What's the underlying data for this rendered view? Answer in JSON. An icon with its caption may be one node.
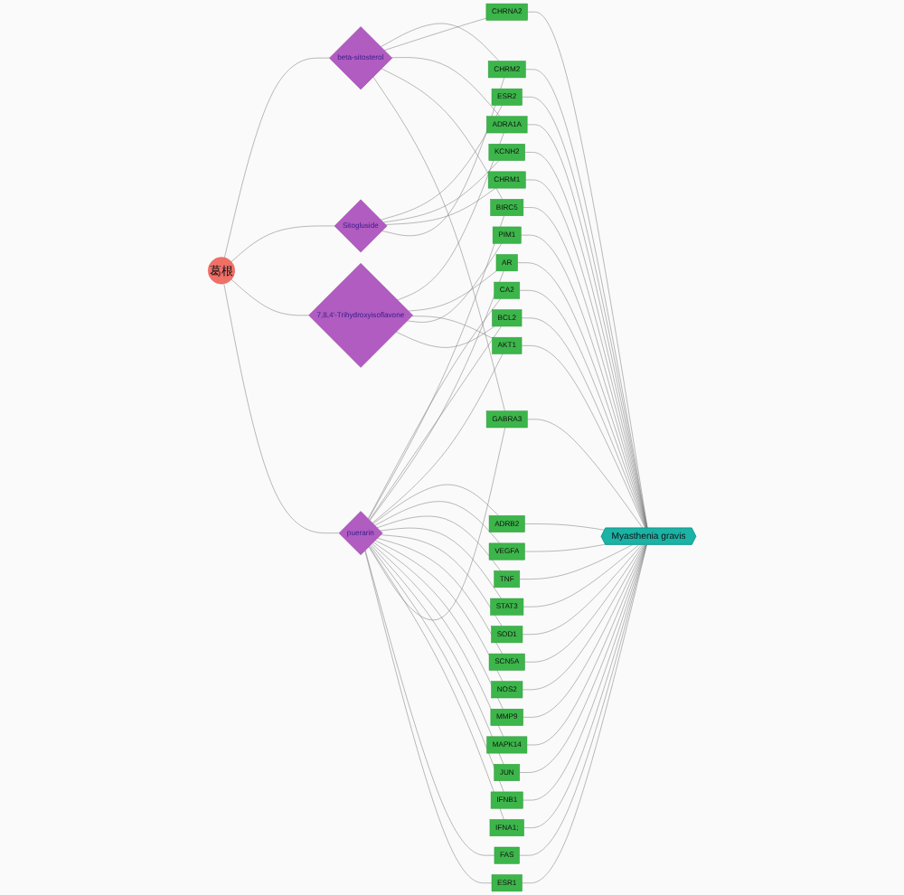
{
  "diagram": {
    "nodes": [
      {
        "text": [
          "葛根"
        ]
      },
      {
        "text": [
          "beta-sitosterol"
        ]
      },
      {
        "text": [
          "Sitogluside"
        ]
      },
      {
        "text": [
          "7,8,4'-Trihydroxyisoflavone"
        ]
      },
      {
        "text": [
          "puerarin"
        ]
      },
      {
        "text": [
          "Myasthenia gravis"
        ]
      },
      {
        "text": [
          "CA2"
        ]
      },
      {
        "text": [
          "BIRC5"
        ]
      },
      {
        "text": [
          "BCL2"
        ]
      },
      {
        "text": [
          "AR"
        ]
      },
      {
        "text": [
          "AKT1"
        ]
      },
      {
        "text": [
          "ADRB2"
        ]
      },
      {
        "text": [
          "ADRA1A"
        ]
      },
      {
        "text": [
          "VEGFA"
        ]
      },
      {
        "text": [
          "TNF"
        ]
      },
      {
        "text": [
          "STAT3"
        ]
      },
      {
        "text": [
          "SOD1"
        ]
      },
      {
        "text": [
          "SCN5A"
        ]
      },
      {
        "text": [
          "PIM1"
        ]
      },
      {
        "text": [
          "NOS2"
        ]
      },
      {
        "text": [
          "MMP9"
        ]
      },
      {
        "text": [
          "MAPK14"
        ]
      },
      {
        "text": [
          "KCNH2"
        ]
      },
      {
        "text": [
          "JUN"
        ]
      },
      {
        "text": [
          "IFNB1"
        ]
      },
      {
        "text": [
          "IFNA1;"
        ]
      },
      {
        "text": [
          "GABRA3"
        ]
      },
      {
        "text": [
          "FAS"
        ]
      },
      {
        "text": [
          "ESR2"
        ]
      },
      {
        "text": [
          "ESR1"
        ]
      },
      {
        "text": [
          "CHRNA2"
        ]
      },
      {
        "text": [
          "CHRM2"
        ]
      },
      {
        "text": [
          "CHRM1"
        ]
      }
    ],
    "edges": [
      {
        "from": 0,
        "to": 1,
        "arrow": "none"
      },
      {
        "from": 0,
        "to": 2,
        "arrow": "none"
      },
      {
        "from": 0,
        "to": 3,
        "arrow": "none"
      },
      {
        "from": 0,
        "to": 4,
        "arrow": "none"
      },
      {
        "from": 1,
        "to": 31,
        "arrow": "none"
      },
      {
        "from": 1,
        "to": 30,
        "arrow": "none"
      },
      {
        "from": 1,
        "to": 12,
        "arrow": "none"
      },
      {
        "from": 1,
        "to": 7,
        "arrow": "none"
      },
      {
        "from": 1,
        "to": 26,
        "arrow": "none"
      },
      {
        "from": 2,
        "to": 28,
        "arrow": "none"
      },
      {
        "from": 2,
        "to": 22,
        "arrow": "none"
      },
      {
        "from": 2,
        "to": 32,
        "arrow": "none"
      },
      {
        "from": 2,
        "to": 31,
        "arrow": "none"
      },
      {
        "from": 3,
        "to": 12,
        "arrow": "none"
      },
      {
        "from": 3,
        "to": 9,
        "arrow": "none"
      },
      {
        "from": 3,
        "to": 10,
        "arrow": "none"
      },
      {
        "from": 3,
        "to": 18,
        "arrow": "none"
      },
      {
        "from": 3,
        "to": 8,
        "arrow": "none"
      },
      {
        "from": 4,
        "to": 6,
        "arrow": "none"
      },
      {
        "from": 4,
        "to": 7,
        "arrow": "none"
      },
      {
        "from": 4,
        "to": 8,
        "arrow": "none"
      },
      {
        "from": 4,
        "to": 9,
        "arrow": "none"
      },
      {
        "from": 4,
        "to": 10,
        "arrow": "none"
      },
      {
        "from": 4,
        "to": 11,
        "arrow": "none"
      },
      {
        "from": 4,
        "to": 13,
        "arrow": "none"
      },
      {
        "from": 4,
        "to": 14,
        "arrow": "none"
      },
      {
        "from": 4,
        "to": 15,
        "arrow": "none"
      },
      {
        "from": 4,
        "to": 16,
        "arrow": "none"
      },
      {
        "from": 4,
        "to": 17,
        "arrow": "none"
      },
      {
        "from": 4,
        "to": 19,
        "arrow": "none"
      },
      {
        "from": 4,
        "to": 20,
        "arrow": "none"
      },
      {
        "from": 4,
        "to": 21,
        "arrow": "none"
      },
      {
        "from": 4,
        "to": 23,
        "arrow": "none"
      },
      {
        "from": 4,
        "to": 24,
        "arrow": "none"
      },
      {
        "from": 4,
        "to": 25,
        "arrow": "none"
      },
      {
        "from": 4,
        "to": 26,
        "arrow": "none"
      },
      {
        "from": 4,
        "to": 27,
        "arrow": "none"
      },
      {
        "from": 4,
        "to": 29,
        "arrow": "none"
      },
      {
        "from": 6,
        "to": 5,
        "arrow": "none"
      },
      {
        "from": 7,
        "to": 5,
        "arrow": "none"
      },
      {
        "from": 8,
        "to": 5,
        "arrow": "none"
      },
      {
        "from": 9,
        "to": 5,
        "arrow": "none"
      },
      {
        "from": 10,
        "to": 5,
        "arrow": "none"
      },
      {
        "from": 11,
        "to": 5,
        "arrow": "none"
      },
      {
        "from": 12,
        "to": 5,
        "arrow": "none"
      },
      {
        "from": 13,
        "to": 5,
        "arrow": "none"
      },
      {
        "from": 14,
        "to": 5,
        "arrow": "none"
      },
      {
        "from": 15,
        "to": 5,
        "arrow": "none"
      },
      {
        "from": 16,
        "to": 5,
        "arrow": "none"
      },
      {
        "from": 17,
        "to": 5,
        "arrow": "none"
      },
      {
        "from": 18,
        "to": 5,
        "arrow": "none"
      },
      {
        "from": 19,
        "to": 5,
        "arrow": "none"
      },
      {
        "from": 20,
        "to": 5,
        "arrow": "none"
      },
      {
        "from": 21,
        "to": 5,
        "arrow": "none"
      },
      {
        "from": 22,
        "to": 5,
        "arrow": "none"
      },
      {
        "from": 23,
        "to": 5,
        "arrow": "none"
      },
      {
        "from": 24,
        "to": 5,
        "arrow": "none"
      },
      {
        "from": 25,
        "to": 5,
        "arrow": "none"
      },
      {
        "from": 26,
        "to": 5,
        "arrow": "none"
      },
      {
        "from": 27,
        "to": 5,
        "arrow": "none"
      },
      {
        "from": 28,
        "to": 5,
        "arrow": "none"
      },
      {
        "from": 29,
        "to": 5,
        "arrow": "none"
      },
      {
        "from": 30,
        "to": 5,
        "arrow": "none"
      },
      {
        "from": 31,
        "to": 5,
        "arrow": "none"
      },
      {
        "from": 32,
        "to": 5,
        "arrow": "none"
      }
    ]
  }
}
